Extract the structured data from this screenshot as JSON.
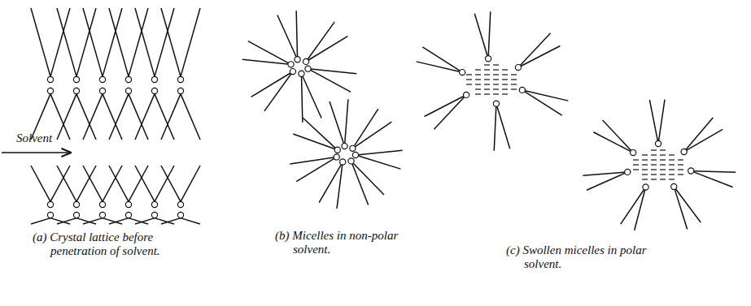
{
  "diagram": {
    "labels": [
      "Solvent",
      "(a) Crystal lattice before penetration of solvent.",
      "(b) Micelles in non-polar solvent.",
      "(c) Swollen micelles in polar solvent."
    ]
  }
}
